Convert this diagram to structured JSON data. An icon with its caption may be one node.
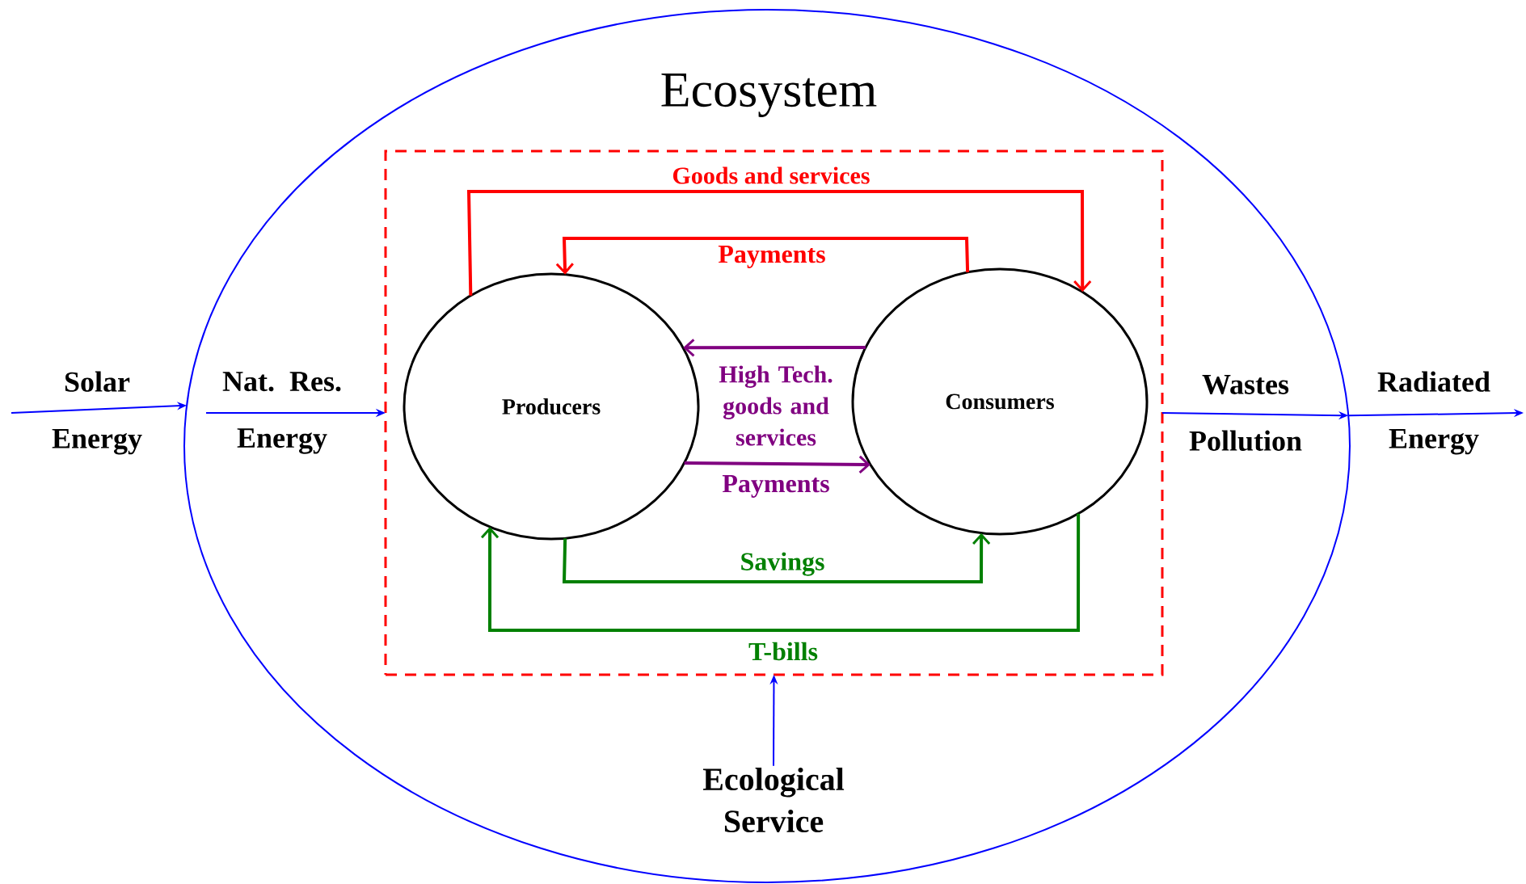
{
  "diagram": {
    "title": "Ecosystem",
    "nodes": [
      {
        "text": [],
        "shape": "ellipse"
      },
      {
        "text": [],
        "shape": "box",
        "in": 0
      },
      {
        "text": [
          "Producers"
        ],
        "in": 1
      },
      {
        "text": [
          "Consumers"
        ],
        "in": 1
      },
      {
        "text": [
          "Ecological Service"
        ],
        "in": 0
      }
    ],
    "edges": [
      {
        "from": null,
        "to": 0,
        "arrow": "to",
        "label": "Solar Energy",
        "color": "#0000ff"
      },
      {
        "from": null,
        "to": 1,
        "arrow": "to",
        "label": "Nat. Res. Energy",
        "color": "#0000ff"
      },
      {
        "from": 1,
        "to": 0,
        "arrow": "to",
        "label": "Wastes Pollution",
        "color": "#0000ff"
      },
      {
        "from": 0,
        "to": null,
        "arrow": "to",
        "label": "Radiated Energy",
        "color": "#0000ff"
      },
      {
        "from": 2,
        "to": 3,
        "arrow": "to",
        "label": "Goods and services",
        "color": "#ff0000"
      },
      {
        "from": 3,
        "to": 2,
        "arrow": "to",
        "label": "Payments",
        "color": "#ff0000"
      },
      {
        "from": 3,
        "to": 2,
        "arrow": "to",
        "label": "High Tech. goods and services",
        "color": "#800080"
      },
      {
        "from": 2,
        "to": 3,
        "arrow": "to",
        "label": "Payments",
        "color": "#800080"
      },
      {
        "from": 2,
        "to": 3,
        "arrow": "to",
        "label": "Savings",
        "color": "#008000"
      },
      {
        "from": 3,
        "to": 2,
        "arrow": "to",
        "label": "T-bills",
        "color": "#008000"
      },
      {
        "from": 4,
        "to": 1,
        "arrow": "to",
        "color": "#0000ff"
      }
    ]
  }
}
